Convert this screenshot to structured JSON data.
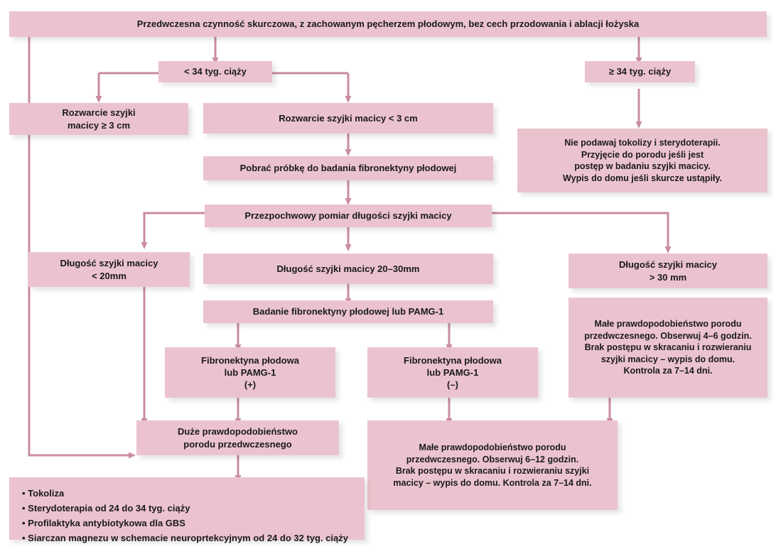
{
  "diagram": {
    "title": "Algorytm postepowania w przedwczesnej czynnosci skurczowej",
    "colors": {
      "node_fill": "#ebc3ce",
      "connector": "#c98ca0",
      "text": "#1a1a1a",
      "background": "#ffffff"
    },
    "nodes": [
      {
        "id": "root",
        "lines": [
          "Przedwczesna czynność skurczowa, z zachowanym pęcherzem płodowym, bez cech przodowania i ablacji łożyska"
        ]
      },
      {
        "id": "lt34",
        "lines": [
          "< 34 tyg. ciąży"
        ]
      },
      {
        "id": "ge34",
        "lines": [
          "≥ 34 tyg. ciąży"
        ]
      },
      {
        "id": "dilation-ge3",
        "lines": [
          "Rozwarcie szyjki",
          "macicy ≥ 3 cm"
        ]
      },
      {
        "id": "dilation-lt3",
        "lines": [
          "Rozwarcie szyjki macicy < 3 cm"
        ]
      },
      {
        "id": "no-tocolysis",
        "lines": [
          "Nie podawaj tokolizy i sterydoterapii.",
          "Przyjęcie do porodu jeśli jest",
          "postęp w badaniu szyjki macicy.",
          "Wypis do domu jeśli skurcze ustąpiły."
        ]
      },
      {
        "id": "sample",
        "lines": [
          "Pobrać próbkę do badania fibronektyny płodowej"
        ]
      },
      {
        "id": "tv-measurement",
        "lines": [
          "Przezpochwowy pomiar długości szyjki macicy"
        ]
      },
      {
        "id": "cervix-lt20",
        "lines": [
          "Długość szyjki macicy",
          "< 20mm"
        ]
      },
      {
        "id": "cervix-20-30",
        "lines": [
          "Długość szyjki macicy 20–30mm"
        ]
      },
      {
        "id": "cervix-gt30",
        "lines": [
          "Długość szyjki macicy",
          "> 30 mm"
        ]
      },
      {
        "id": "fibronectin-test",
        "lines": [
          "Badanie fibronektyny płodowej lub PAMG-1"
        ]
      },
      {
        "id": "fibronectin-pos",
        "lines": [
          "Fibronektyna płodowa",
          "lub PAMG-1",
          "(+)"
        ]
      },
      {
        "id": "fibronectin-neg",
        "lines": [
          "Fibronektyna płodowa",
          "lub PAMG-1",
          "(–)"
        ]
      },
      {
        "id": "low-prob-right",
        "lines": [
          "Małe prawdopodobieństwo porodu",
          "przedwczesnego. Obserwuj 4–6 godzin.",
          "Brak postępu w skracaniu i rozwieraniu",
          "szyjki macicy – wypis do domu.",
          "Kontrola za 7–14 dni."
        ]
      },
      {
        "id": "high-prob",
        "lines": [
          "Duże prawdopodobieństwo",
          "porodu przedwczesnego"
        ]
      },
      {
        "id": "low-prob-mid",
        "lines": [
          "Małe prawdopodobieństwo porodu",
          "przedwczesnego. Obserwuj 6–12 godzin.",
          "Brak postępu w skracaniu i rozwieraniu szyjki",
          "macicy – wypis do domu. Kontrola za 7–14 dni."
        ]
      },
      {
        "id": "management",
        "lines": [
          "• Tokoliza",
          "• Sterydoterapia od 24 do 34 tyg. ciąży",
          "• Profilaktyka antybiotykowa dla GBS",
          "• Siarczan magnezu w schemacie neuroprtekcyjnym od 24 do 32 tyg. ciąży"
        ]
      }
    ]
  }
}
